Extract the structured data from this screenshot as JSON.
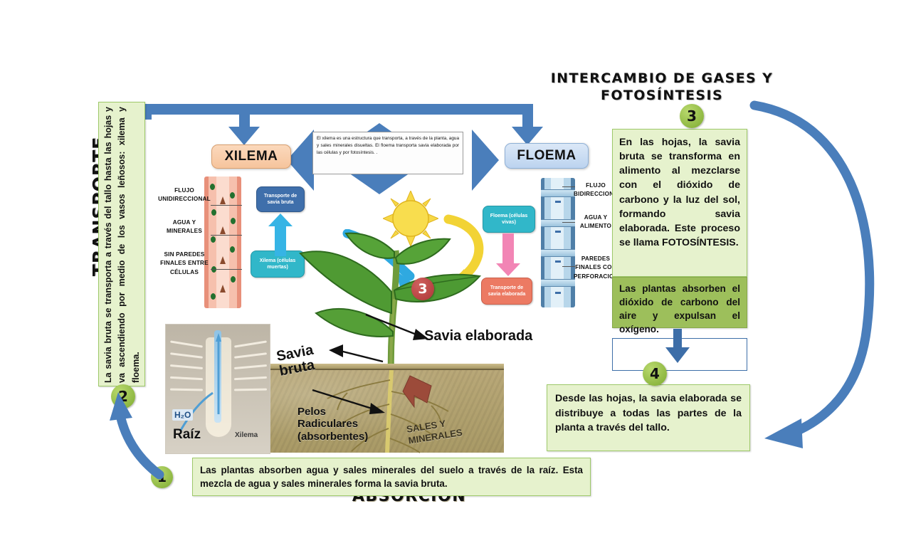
{
  "headings": {
    "gases": "INTERCAMBIO DE GASES Y FOTOSÍNTESIS",
    "transporte": "TRANSPORTE",
    "absorcion": "ABSORCIÓN"
  },
  "boxes": {
    "transporte_text": "La savia bruta se transporta a través del tallo hasta las hojas y va ascendiendo por medio de los vasos leñosos: xilema y floema.",
    "step3_text": "En las hojas, la savia bruta se transforma en alimento al mezclarse con el dióxido de carbono y la luz del sol, formando savia elaborada. Este proceso se llama FOTOSÍNTESIS.",
    "co2_text": "Las plantas absorben el dióxido de carbono del aire y expulsan el oxígeno.",
    "step4_text": "Desde las hojas, la savia elaborada se distribuye a todas las partes de la planta a través del tallo.",
    "step1_text": "Las plantas absorben agua y sales minerales del suelo a través de la raíz. Esta mezcla de agua y sales minerales forma la savia bruta.",
    "center_note": "El xilema es una estructura que transporta, a través de la planta, agua y sales minerales disueltas. El floema transporta savia elaborada por las células y por fotosíntesis. ."
  },
  "steps": {
    "one": "1",
    "two": "2",
    "three": "3",
    "four": "4",
    "three_leaf": "3"
  },
  "vessels": {
    "xilema_pill": "XILEMA",
    "floema_pill": "FLOEMA",
    "left_labels": [
      "FLUJO UNIDIRECCIONAL",
      "AGUA Y MINERALES",
      "SIN PAREDES FINALES ENTRE CÉLULAS"
    ],
    "right_labels": [
      "FLUJO BIDIRECCIONAL",
      "AGUA Y ALIMENTO",
      "PAREDES FINALES CON PERFORACIONES"
    ],
    "mid_boxes": {
      "transporte_savia_bruta": "Transporte de savia bruta",
      "xilema_celulas": "Xilema (células muertas)",
      "floema_celulas": "Floema (células vivas)",
      "transporte_savia_elaborada": "Transporte de savia elaborada"
    }
  },
  "plant_labels": {
    "savia_elaborada": "Savia elaborada",
    "savia_bruta": "Savia bruta",
    "pelos": "Pelos Radiculares (absorbentes)",
    "sales_minerales": "SALES Y MINERALES",
    "raiz": "Raíz",
    "xilema_small": "Xilema",
    "h2o": "H₂O"
  },
  "colors": {
    "blue_arrow": "#4a7ebb",
    "green_box": "#e6f2cd",
    "olive_box": "#9dbf5b",
    "green_circle": "#8cb63f",
    "red_circle": "#b43f3f",
    "xilema_pill": "#f6c49d",
    "floema_pill": "#bcd3ef",
    "cyan_box": "#31b7c9",
    "pink_arrow": "#f285b5",
    "soil": "#a99a66"
  }
}
